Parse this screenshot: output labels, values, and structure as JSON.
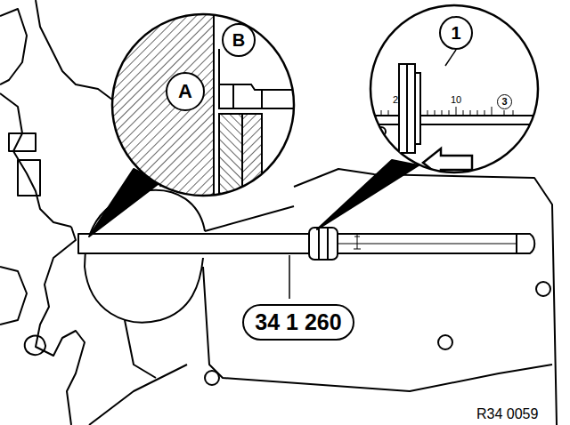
{
  "diagram": {
    "nodes": [
      {
        "text": [
          "A"
        ]
      },
      {
        "text": [
          "B"
        ]
      },
      {
        "text": [
          "1"
        ]
      },
      {
        "text": [
          "3"
        ]
      },
      {
        "text": [
          "34 1 260"
        ]
      }
    ],
    "labels": [
      "2",
      "10",
      "R34 0059"
    ]
  }
}
